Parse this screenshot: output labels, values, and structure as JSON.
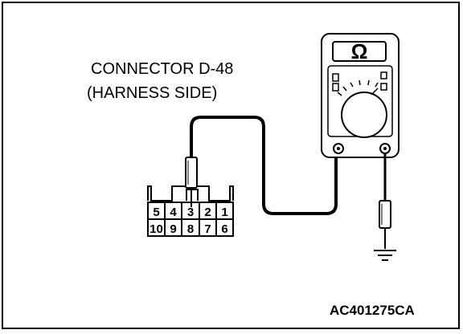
{
  "connector": {
    "title_line1": "CONNECTOR D-48",
    "title_line2": "(HARNESS SIDE)",
    "pins_top": [
      "5",
      "4",
      "3",
      "2",
      "1"
    ],
    "pins_bottom": [
      "10",
      "9",
      "8",
      "7",
      "6"
    ]
  },
  "meter": {
    "symbol": "Ω",
    "icon": "ohmmeter-icon"
  },
  "ground": {
    "icon": "ground-icon"
  },
  "figure": {
    "code": "AC401275CA"
  },
  "colors": {
    "line": "#000000",
    "background": "#ffffff"
  }
}
